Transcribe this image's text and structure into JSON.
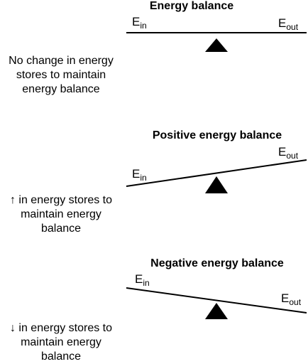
{
  "panels": [
    {
      "title": "Energy balance",
      "description": "No change in energy stores to maintain energy balance",
      "e_in": {
        "main": "E",
        "sub": "in"
      },
      "e_out": {
        "main": "E",
        "sub": "out"
      },
      "state": "level"
    },
    {
      "title": "Positive energy balance",
      "description": "↑ in energy stores to maintain energy balance",
      "e_in": {
        "main": "E",
        "sub": "in"
      },
      "e_out": {
        "main": "E",
        "sub": "out"
      },
      "state": "rising-right"
    },
    {
      "title": "Negative energy balance",
      "description": "↓ in energy stores to maintain energy balance",
      "e_in": {
        "main": "E",
        "sub": "in"
      },
      "e_out": {
        "main": "E",
        "sub": "out"
      },
      "state": "falling-right"
    }
  ]
}
